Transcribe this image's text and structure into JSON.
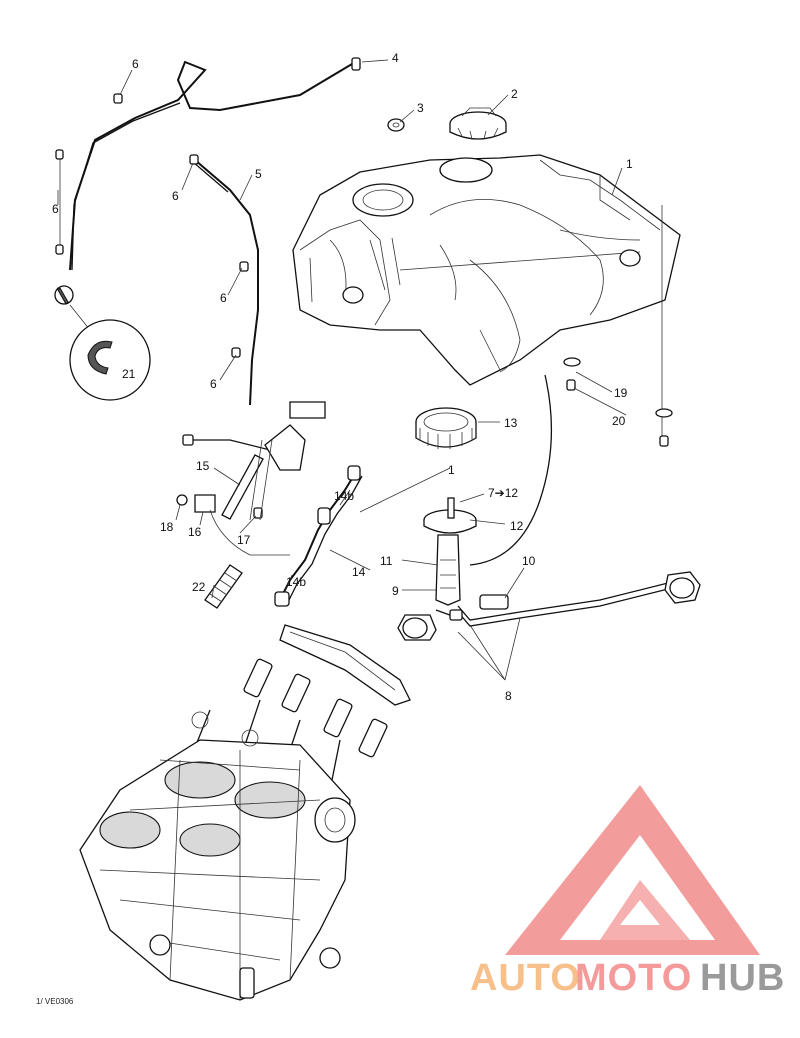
{
  "diagram": {
    "reference_code": "1/ VE0306",
    "part_numbers": {
      "p1": "1",
      "p1b": "1",
      "p2": "2",
      "p3": "3",
      "p4": "4",
      "p5": "5",
      "p6a": "6",
      "p6b": "6",
      "p6c": "6",
      "p6d": "6",
      "p6e": "6",
      "p7": "7➔12",
      "p8": "8",
      "p9": "9",
      "p10": "10",
      "p11": "11",
      "p12": "12",
      "p13": "13",
      "p14": "14",
      "p14b_a": "14b",
      "p14b_b": "14b",
      "p15": "15",
      "p16": "16",
      "p17": "17",
      "p18": "18",
      "p19": "19",
      "p20": "20",
      "p21": "21",
      "p22": "22"
    }
  },
  "watermark": {
    "word_auto": "AUTO",
    "word_moto": "MOTO",
    "word_hub": "HUB",
    "logo_color": "#f28b8b",
    "auto_color": "#f7c08a",
    "moto_color": "#f59a9a",
    "hub_color": "#9a9a9a"
  }
}
